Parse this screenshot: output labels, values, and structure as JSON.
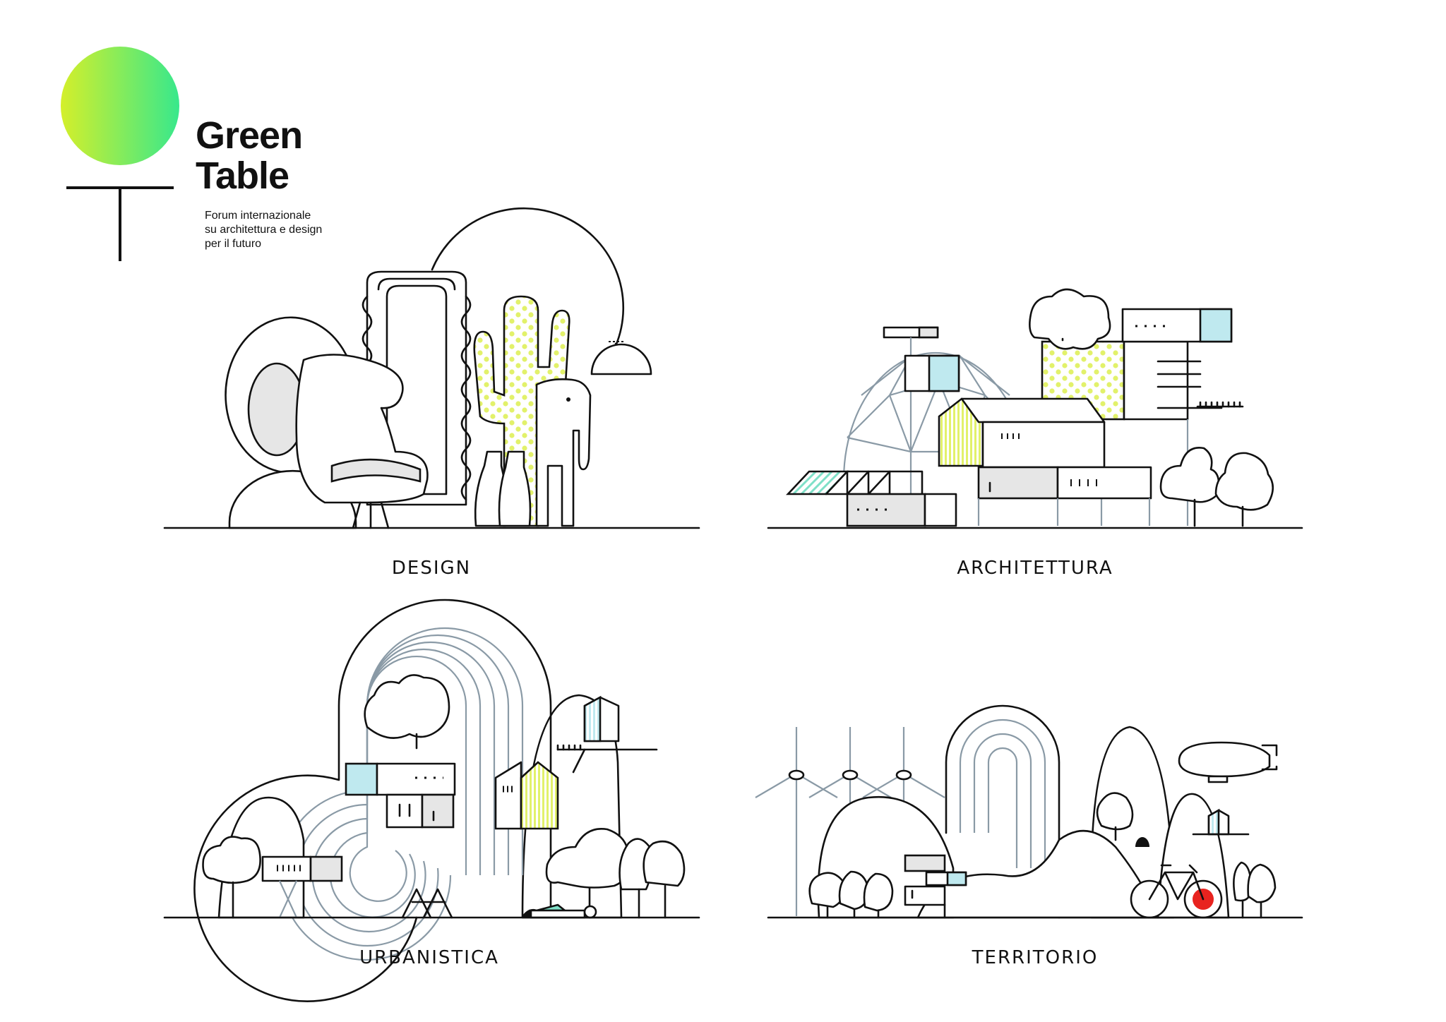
{
  "brand": {
    "title_line1": "Green",
    "title_line2": "Table",
    "subtitle_line1": "Forum internazionale",
    "subtitle_line2": "su architettura e design",
    "subtitle_line3": "per il futuro",
    "logo_gradient": [
      "#d4ef2a",
      "#38e88c"
    ]
  },
  "categories": {
    "design": "DESIGN",
    "architettura": "ARCHITETTURA",
    "urbanistica": "URBANISTICA",
    "territorio": "TERRITORIO"
  },
  "colors": {
    "line": "#111111",
    "lime": "#e2f16a",
    "cyan": "#bfe9ef",
    "teal": "#7fe0c8",
    "grey": "#e6e6e6",
    "red": "#e8231f",
    "track": "#8a9aa6"
  }
}
